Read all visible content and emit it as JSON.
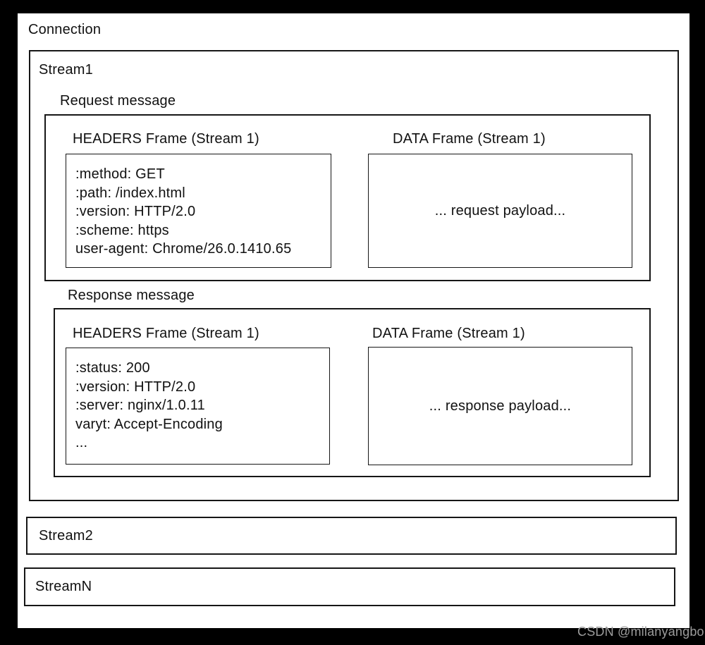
{
  "watermark": "CSDN @milanyangbo",
  "colors": {
    "background": "#000000",
    "page": "#ffffff",
    "border": "#161616",
    "watermark": "#9c9c9c"
  },
  "connection": {
    "label": "Connection",
    "stream1": {
      "label": "Stream1",
      "request": {
        "label": "Request message",
        "headers_frame": {
          "title": "HEADERS Frame (Stream 1)",
          "lines": [
            ":method: GET",
            ":path: /index.html",
            ":version: HTTP/2.0",
            ":scheme: https",
            "user-agent: Chrome/26.0.1410.65"
          ]
        },
        "data_frame": {
          "title": "DATA Frame (Stream 1)",
          "payload": "... request payload..."
        }
      },
      "response": {
        "label": "Response message",
        "headers_frame": {
          "title": "HEADERS Frame (Stream 1)",
          "lines": [
            ":status: 200",
            ":version: HTTP/2.0",
            ":server: nginx/1.0.11",
            "varyt: Accept-Encoding",
            "..."
          ]
        },
        "data_frame": {
          "title": "DATA Frame (Stream 1)",
          "payload": "... response payload..."
        }
      }
    },
    "stream2": {
      "label": "Stream2"
    },
    "streamN": {
      "label": "StreamN"
    }
  }
}
